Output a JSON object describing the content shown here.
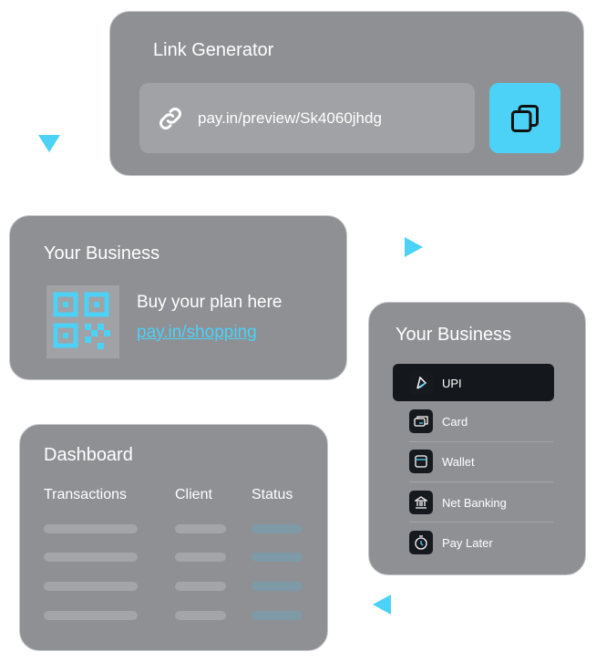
{
  "link_generator": {
    "title": "Link Generator",
    "url": "pay.in/preview/Sk4060jhdg",
    "copy_icon": "copy-icon",
    "link_icon": "link-icon"
  },
  "business_qr": {
    "title": "Your Business",
    "text": "Buy your plan here",
    "link": "pay.in/shopping"
  },
  "payment": {
    "title": "Your Business",
    "methods": [
      {
        "label": "UPI"
      },
      {
        "label": "Card"
      },
      {
        "label": "Wallet"
      },
      {
        "label": "Net Banking"
      },
      {
        "label": "Pay Later"
      }
    ]
  },
  "dashboard": {
    "title": "Dashboard",
    "columns": [
      "Transactions",
      "Client",
      "Status"
    ]
  },
  "colors": {
    "accent": "#4cd2f7",
    "card": "#8e9094",
    "dark": "#14171c"
  }
}
